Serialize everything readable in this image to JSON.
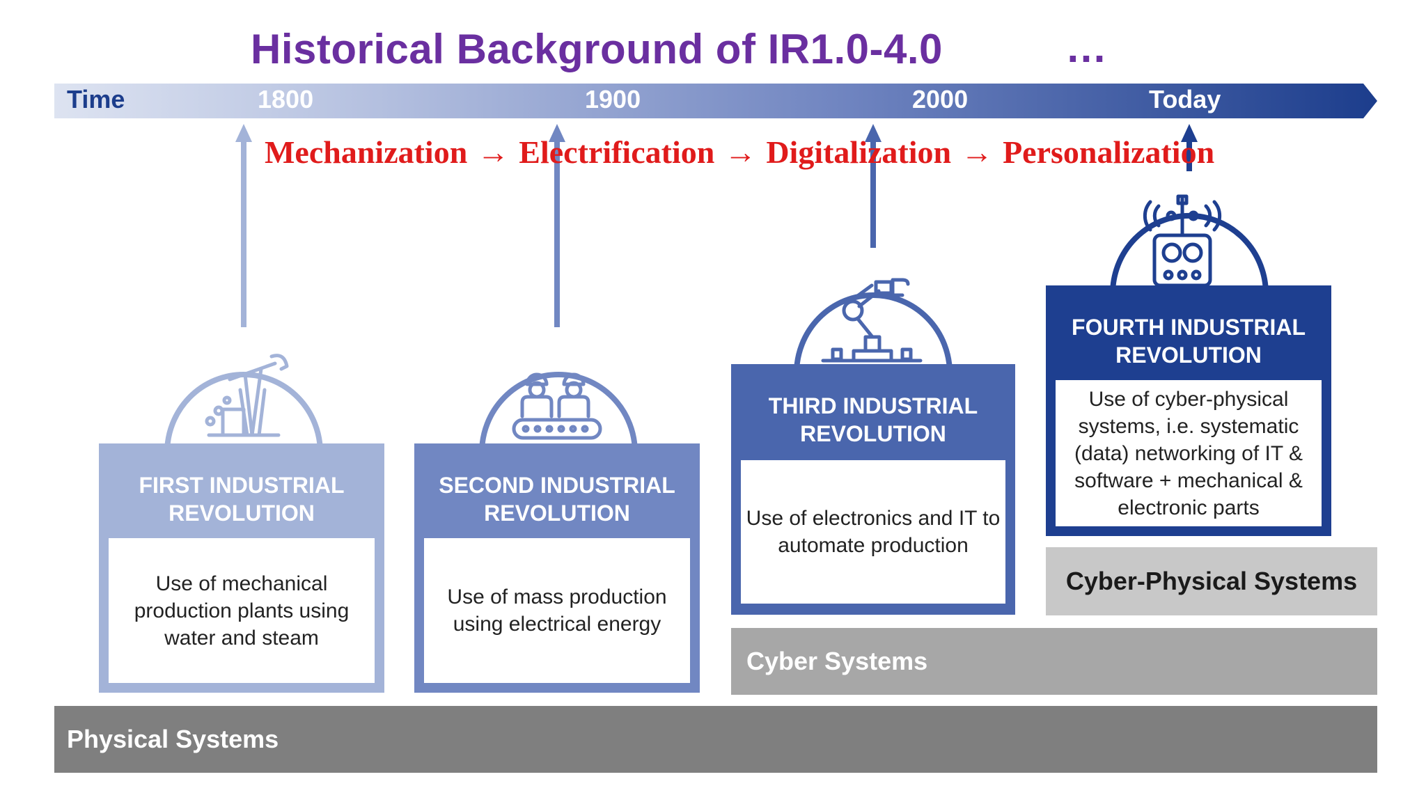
{
  "title": "Historical Background of IR1.0-4.0",
  "ellipsis": "…",
  "timeline": {
    "label": "Time",
    "years": [
      "1800",
      "1900",
      "2000",
      "Today"
    ]
  },
  "stages": [
    "Mechanization",
    "Electrification",
    "Digitalization",
    "Personalization"
  ],
  "stage_arrow": "→",
  "cards": [
    {
      "title_line1": "FIRST INDUSTRIAL",
      "title_line2": "REVOLUTION",
      "description": "Use of mechanical production plants using water and steam",
      "icon": "oil-pump-icon",
      "color": "#a3b3d8"
    },
    {
      "title_line1": "SECOND INDUSTRIAL",
      "title_line2": "REVOLUTION",
      "description": "Use of mass production using electrical energy",
      "icon": "workers-conveyor-icon",
      "color": "#7187c2"
    },
    {
      "title_line1": "THIRD INDUSTRIAL",
      "title_line2": "REVOLUTION",
      "description": "Use of electronics and IT to automate production",
      "icon": "robot-arm-icon",
      "color": "#4a66ad"
    },
    {
      "title_line1": "FOURTH INDUSTRIAL",
      "title_line2": "REVOLUTION",
      "description": "Use of cyber-physical systems, i.e. systematic (data) networking of IT & software + mechanical & electronic parts",
      "icon": "remote-controller-icon",
      "color": "#1e3f90"
    }
  ],
  "systems": {
    "physical": "Physical Systems",
    "cyber": "Cyber Systems",
    "cyber_physical": "Cyber-Physical Systems"
  },
  "colors": {
    "title": "#6a2fa0",
    "stages": "#e01b1b",
    "timeline_start": "#d9e0f0",
    "timeline_end": "#1c3d8c"
  }
}
